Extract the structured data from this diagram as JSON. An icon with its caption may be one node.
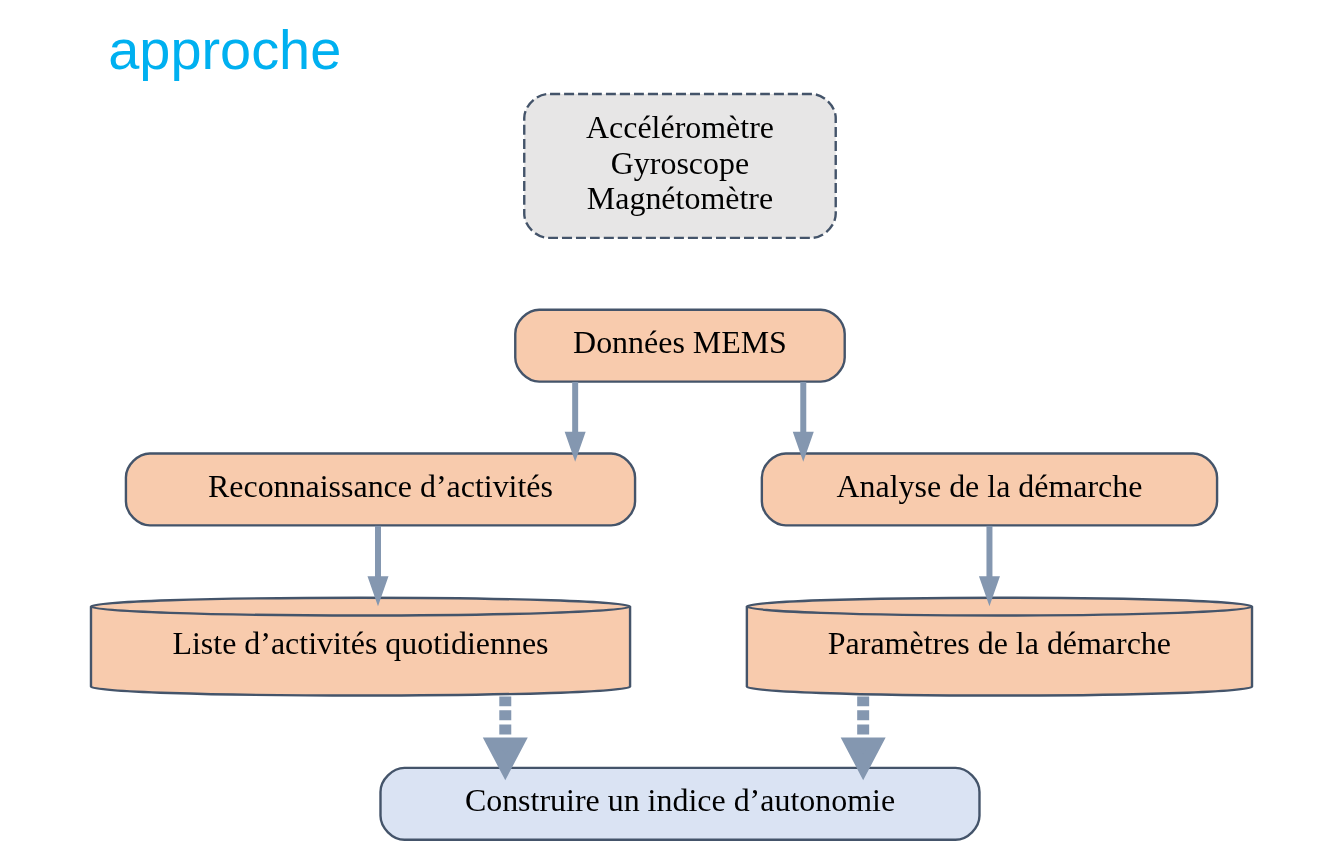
{
  "diagram": {
    "title": "approche",
    "nodes": [
      {
        "text": [
          "Accéléromètre Gyroscope Magnétomètre"
        ]
      },
      {
        "text": [
          "Données MEMS"
        ]
      },
      {
        "text": [
          "Reconnaissance d’activités"
        ]
      },
      {
        "text": [
          "Analyse de la démarche"
        ]
      },
      {
        "text": [
          "Liste d’activités quotidiennes"
        ]
      },
      {
        "text": [
          "Paramètres de la démarche"
        ]
      },
      {
        "text": [
          "Construire un indice d’autonomie"
        ]
      }
    ],
    "edges": [
      {
        "from": 1,
        "to": 2,
        "arrow": "to"
      },
      {
        "from": 1,
        "to": 3,
        "arrow": "to"
      },
      {
        "from": 2,
        "to": 4,
        "arrow": "to"
      },
      {
        "from": 3,
        "to": 5,
        "arrow": "to"
      },
      {
        "from": 4,
        "to": 6,
        "arrow": "to",
        "style": "dashed"
      },
      {
        "from": 5,
        "to": 6,
        "arrow": "to",
        "style": "dashed"
      }
    ]
  }
}
